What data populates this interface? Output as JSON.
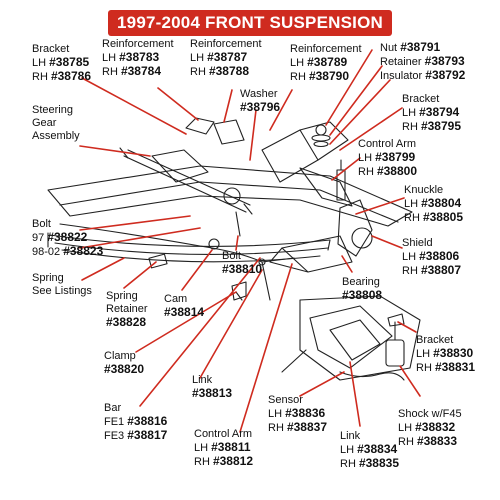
{
  "title": "1997-2004 FRONT SUSPENSION",
  "colors": {
    "banner": "#cf2b1f",
    "banner_text": "#ffffff",
    "leader": "#cf2b1f",
    "line": "#222222"
  },
  "callouts": {
    "bracket_top": {
      "title": "Bracket",
      "lh_prefix": "LH",
      "lh": "#38785",
      "rh_prefix": "RH",
      "rh": "#38786"
    },
    "reinforcement_1": {
      "title": "Reinforcement",
      "lh_prefix": "LH",
      "lh": "#38783",
      "rh_prefix": "RH",
      "rh": "#38784"
    },
    "reinforcement_2": {
      "title": "Reinforcement",
      "lh_prefix": "LH",
      "lh": "#38787",
      "rh_prefix": "RH",
      "rh": "#38788"
    },
    "reinforcement_3": {
      "title": "Reinforcement",
      "lh_prefix": "LH",
      "lh": "#38789",
      "rh_prefix": "RH",
      "rh": "#38790"
    },
    "nut": {
      "title": "Nut",
      "part": "#38791"
    },
    "retainer": {
      "title": "Retainer",
      "part": "#38793"
    },
    "insulator": {
      "title": "Insulator",
      "part": "#38792"
    },
    "steering_gear": {
      "line1": "Steering",
      "line2": "Gear",
      "line3": "Assembly"
    },
    "washer": {
      "title": "Washer",
      "part": "#38796"
    },
    "bracket_right": {
      "title": "Bracket",
      "lh_prefix": "LH",
      "lh": "#38794",
      "rh_prefix": "RH",
      "rh": "#38795"
    },
    "control_arm_upper": {
      "title": "Control Arm",
      "lh_prefix": "LH",
      "lh": "#38799",
      "rh_prefix": "RH",
      "rh": "#38800"
    },
    "knuckle": {
      "title": "Knuckle",
      "lh_prefix": "LH",
      "lh": "#38804",
      "rh_prefix": "RH",
      "rh": "#38805"
    },
    "bolt_left": {
      "title": "Bolt",
      "line1_prefix": "97",
      "line1": "#38822",
      "line2_prefix": "98-02",
      "line2": "#38823"
    },
    "shield": {
      "title": "Shield",
      "lh_prefix": "LH",
      "lh": "#38806",
      "rh_prefix": "RH",
      "rh": "#38807"
    },
    "bolt_center": {
      "title": "Bolt",
      "part": "#38810"
    },
    "spring": {
      "line1": "Spring",
      "line2": "See Listings"
    },
    "bearing": {
      "title": "Bearing",
      "part": "#38808"
    },
    "spring_retainer": {
      "line1": "Spring",
      "line2": "Retainer",
      "part": "#38828"
    },
    "cam": {
      "title": "Cam",
      "part": "#38814"
    },
    "bracket_lower": {
      "title": "Bracket",
      "lh_prefix": "LH",
      "lh": "#38830",
      "rh_prefix": "RH",
      "rh": "#38831"
    },
    "clamp": {
      "title": "Clamp",
      "part": "#38820"
    },
    "bar": {
      "title": "Bar",
      "line1_prefix": "FE1",
      "line1": "#38816",
      "line2_prefix": "FE3",
      "line2": "#38817"
    },
    "link_mid": {
      "title": "Link",
      "part": "#38813"
    },
    "sensor": {
      "title": "Sensor",
      "lh_prefix": "LH",
      "lh": "#38836",
      "rh_prefix": "RH",
      "rh": "#38837"
    },
    "shock": {
      "title": "Shock w/F45",
      "lh_prefix": "LH",
      "lh": "#38832",
      "rh_prefix": "RH",
      "rh": "#38833"
    },
    "link_lower": {
      "title": "Link",
      "lh_prefix": "LH",
      "lh": "#38834",
      "rh_prefix": "RH",
      "rh": "#38835"
    },
    "control_arm_lower": {
      "title": "Control Arm",
      "lh_prefix": "LH",
      "lh": "#38811",
      "rh_prefix": "RH",
      "rh": "#38812"
    }
  }
}
